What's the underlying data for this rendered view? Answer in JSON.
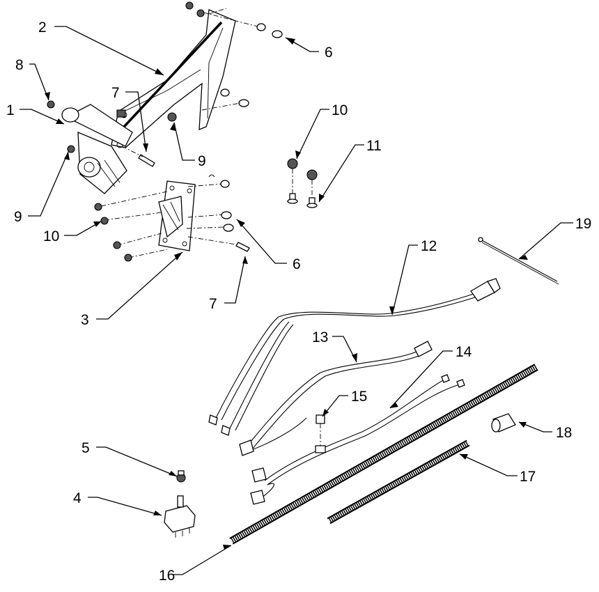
{
  "callouts": [
    {
      "id": "c1",
      "text": "1"
    },
    {
      "id": "c2",
      "text": "2"
    },
    {
      "id": "c3",
      "text": "3"
    },
    {
      "id": "c4",
      "text": "4"
    },
    {
      "id": "c5",
      "text": "5"
    },
    {
      "id": "c6a",
      "text": "6"
    },
    {
      "id": "c6b",
      "text": "6"
    },
    {
      "id": "c7a",
      "text": "7"
    },
    {
      "id": "c7b",
      "text": "7"
    },
    {
      "id": "c8",
      "text": "8"
    },
    {
      "id": "c9a",
      "text": "9"
    },
    {
      "id": "c9b",
      "text": "9"
    },
    {
      "id": "c10a",
      "text": "10"
    },
    {
      "id": "c10b",
      "text": "10"
    },
    {
      "id": "c11",
      "text": "11"
    },
    {
      "id": "c12",
      "text": "12"
    },
    {
      "id": "c13",
      "text": "13"
    },
    {
      "id": "c14",
      "text": "14"
    },
    {
      "id": "c15",
      "text": "15"
    },
    {
      "id": "c16",
      "text": "16"
    },
    {
      "id": "c17",
      "text": "17"
    },
    {
      "id": "c18",
      "text": "18"
    },
    {
      "id": "c19",
      "text": "19"
    }
  ],
  "colors": {
    "ink": "#000000",
    "background": "#ffffff",
    "hardware_fill": "#555555"
  }
}
